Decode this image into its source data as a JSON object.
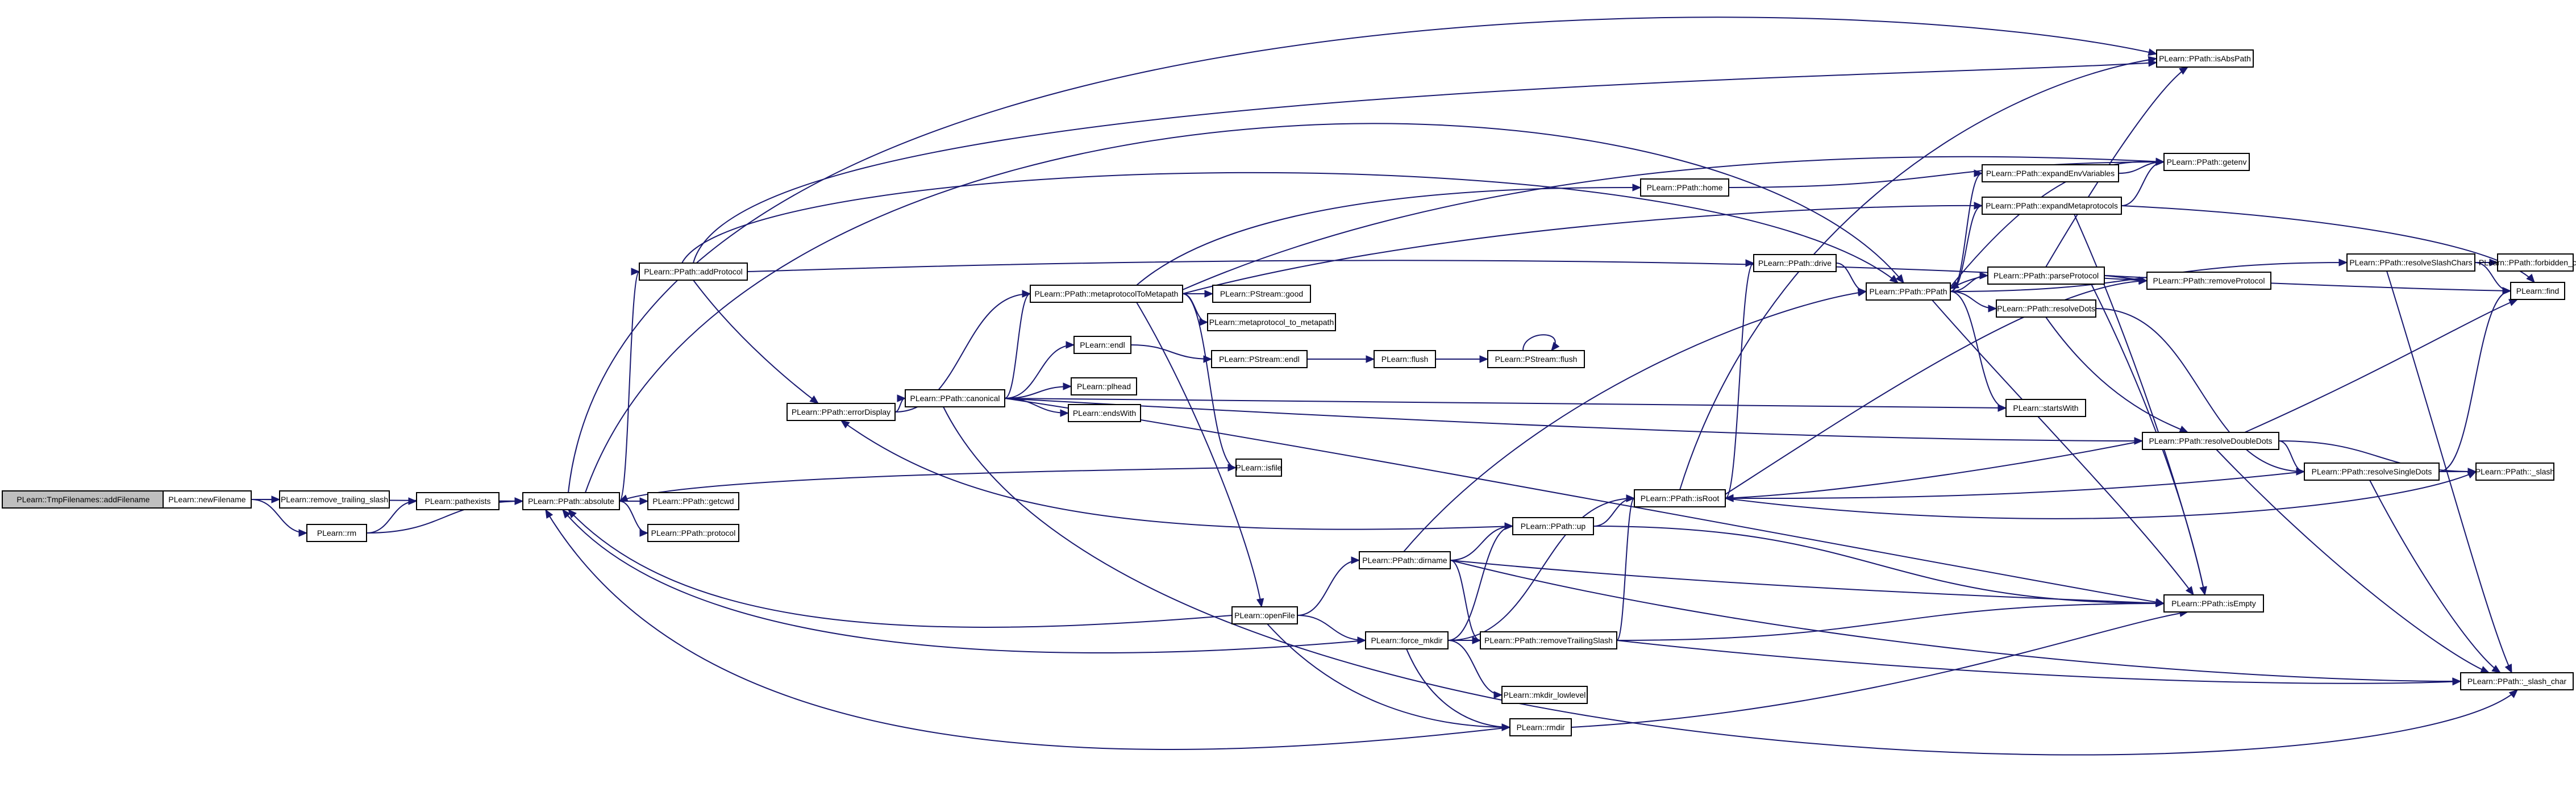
{
  "colors": {
    "edge": "#191970",
    "root_fill": "#bfbfbf",
    "node_fill": "#ffffff",
    "node_stroke": "#000000"
  },
  "nodes": [
    {
      "id": "root",
      "label": "PLearn::TmpFilenames::addFilename"
    },
    {
      "id": "newFilename",
      "label": "PLearn::newFilename"
    },
    {
      "id": "rts",
      "label": "PLearn::remove_trailing_slash"
    },
    {
      "id": "rm",
      "label": "PLearn::rm"
    },
    {
      "id": "pathexists",
      "label": "PLearn::pathexists"
    },
    {
      "id": "absolute",
      "label": "PLearn::PPath::absolute"
    },
    {
      "id": "getcwd",
      "label": "PLearn::PPath::getcwd"
    },
    {
      "id": "protocol",
      "label": "PLearn::PPath::protocol"
    },
    {
      "id": "addProtocol",
      "label": "PLearn::PPath::addProtocol"
    },
    {
      "id": "errorDisplay",
      "label": "PLearn::PPath::errorDisplay"
    },
    {
      "id": "canonical",
      "label": "PLearn::PPath::canonical"
    },
    {
      "id": "m2m",
      "label": "PLearn::PPath::metaprotocolToMetapath"
    },
    {
      "id": "good",
      "label": "PLearn::PStream::good"
    },
    {
      "id": "mp2m",
      "label": "PLearn::metaprotocol_to_metapath"
    },
    {
      "id": "endl",
      "label": "PLearn::endl"
    },
    {
      "id": "psendl",
      "label": "PLearn::PStream::endl"
    },
    {
      "id": "flush",
      "label": "PLearn::flush"
    },
    {
      "id": "psflush",
      "label": "PLearn::PStream::flush"
    },
    {
      "id": "plhead",
      "label": "PLearn::plhead"
    },
    {
      "id": "endsWith",
      "label": "PLearn::endsWith"
    },
    {
      "id": "isfile",
      "label": "PLearn::isfile"
    },
    {
      "id": "home",
      "label": "PLearn::PPath::home"
    },
    {
      "id": "openFile",
      "label": "PLearn::openFile"
    },
    {
      "id": "dirname",
      "label": "PLearn::PPath::dirname"
    },
    {
      "id": "up",
      "label": "PLearn::PPath::up"
    },
    {
      "id": "forcemkdir",
      "label": "PLearn::force_mkdir"
    },
    {
      "id": "removeTrailingSlash",
      "label": "PLearn::PPath::removeTrailingSlash"
    },
    {
      "id": "mkdirlow",
      "label": "PLearn::mkdir_lowlevel"
    },
    {
      "id": "rmdir",
      "label": "PLearn::rmdir"
    },
    {
      "id": "isRoot",
      "label": "PLearn::PPath::isRoot"
    },
    {
      "id": "drive",
      "label": "PLearn::PPath::drive"
    },
    {
      "id": "ppath",
      "label": "PLearn::PPath::PPath"
    },
    {
      "id": "expandEnv",
      "label": "PLearn::PPath::expandEnvVariables"
    },
    {
      "id": "expandMeta",
      "label": "PLearn::PPath::expandMetaprotocols"
    },
    {
      "id": "parseProtocol",
      "label": "PLearn::PPath::parseProtocol"
    },
    {
      "id": "resolveDots",
      "label": "PLearn::PPath::resolveDots"
    },
    {
      "id": "startsWith",
      "label": "PLearn::startsWith"
    },
    {
      "id": "resolveDoubleDots",
      "label": "PLearn::PPath::resolveDoubleDots"
    },
    {
      "id": "resolveSingleDots",
      "label": "PLearn::PPath::resolveSingleDots"
    },
    {
      "id": "isAbsPath",
      "label": "PLearn::PPath::isAbsPath"
    },
    {
      "id": "getenv",
      "label": "PLearn::PPath::getenv"
    },
    {
      "id": "removeProtocol",
      "label": "PLearn::PPath::removeProtocol"
    },
    {
      "id": "isEmpty",
      "label": "PLearn::PPath::isEmpty"
    },
    {
      "id": "resolveSlashChars",
      "label": "PLearn::PPath::resolveSlashChars"
    },
    {
      "id": "forbidden",
      "label": "PLearn::PPath::forbidden_chars"
    },
    {
      "id": "find",
      "label": "PLearn::find"
    },
    {
      "id": "slash",
      "label": "PLearn::PPath::_slash"
    },
    {
      "id": "slashchar",
      "label": "PLearn::PPath::_slash_char"
    }
  ],
  "edges": [
    [
      "root",
      "newFilename"
    ],
    [
      "newFilename",
      "rts"
    ],
    [
      "newFilename",
      "rm"
    ],
    [
      "newFilename",
      "absolute"
    ],
    [
      "rm",
      "pathexists"
    ],
    [
      "rm",
      "absolute"
    ],
    [
      "pathexists",
      "absolute"
    ],
    [
      "absolute",
      "addProtocol"
    ],
    [
      "absolute",
      "getcwd"
    ],
    [
      "absolute",
      "protocol"
    ],
    [
      "absolute",
      "isAbsPath"
    ],
    [
      "absolute",
      "ppath"
    ],
    [
      "addProtocol",
      "errorDisplay"
    ],
    [
      "addProtocol",
      "isAbsPath"
    ],
    [
      "addProtocol",
      "ppath"
    ],
    [
      "addProtocol",
      "removeProtocol"
    ],
    [
      "errorDisplay",
      "canonical"
    ],
    [
      "errorDisplay",
      "m2m"
    ],
    [
      "canonical",
      "m2m"
    ],
    [
      "canonical",
      "endl"
    ],
    [
      "canonical",
      "plhead"
    ],
    [
      "canonical",
      "endsWith"
    ],
    [
      "canonical",
      "startsWith"
    ],
    [
      "canonical",
      "resolveDoubleDots"
    ],
    [
      "canonical",
      "isEmpty"
    ],
    [
      "canonical",
      "slashchar"
    ],
    [
      "m2m",
      "good"
    ],
    [
      "m2m",
      "mp2m"
    ],
    [
      "m2m",
      "home"
    ],
    [
      "m2m",
      "isfile"
    ],
    [
      "m2m",
      "openFile"
    ],
    [
      "m2m",
      "expandMeta"
    ],
    [
      "m2m",
      "getenv"
    ],
    [
      "endl",
      "psendl"
    ],
    [
      "psendl",
      "flush"
    ],
    [
      "flush",
      "psflush"
    ],
    [
      "psflush",
      "psflush"
    ],
    [
      "isfile",
      "absolute"
    ],
    [
      "home",
      "getenv"
    ],
    [
      "openFile",
      "absolute"
    ],
    [
      "openFile",
      "dirname"
    ],
    [
      "openFile",
      "forcemkdir"
    ],
    [
      "openFile",
      "rmdir"
    ],
    [
      "dirname",
      "ppath"
    ],
    [
      "dirname",
      "up"
    ],
    [
      "dirname",
      "removeTrailingSlash"
    ],
    [
      "dirname",
      "isEmpty"
    ],
    [
      "dirname",
      "slashchar"
    ],
    [
      "up",
      "errorDisplay"
    ],
    [
      "up",
      "isRoot"
    ],
    [
      "up",
      "isEmpty"
    ],
    [
      "forcemkdir",
      "absolute"
    ],
    [
      "forcemkdir",
      "up"
    ],
    [
      "forcemkdir",
      "isRoot"
    ],
    [
      "forcemkdir",
      "removeTrailingSlash"
    ],
    [
      "forcemkdir",
      "mkdirlow"
    ],
    [
      "forcemkdir",
      "rmdir"
    ],
    [
      "removeTrailingSlash",
      "isRoot"
    ],
    [
      "removeTrailingSlash",
      "isEmpty"
    ],
    [
      "removeTrailingSlash",
      "slashchar"
    ],
    [
      "rmdir",
      "absolute"
    ],
    [
      "rmdir",
      "isEmpty"
    ],
    [
      "isRoot",
      "drive"
    ],
    [
      "isRoot",
      "isAbsPath"
    ],
    [
      "isRoot",
      "removeProtocol"
    ],
    [
      "isRoot",
      "slash"
    ],
    [
      "drive",
      "ppath"
    ],
    [
      "ppath",
      "expandEnv"
    ],
    [
      "ppath",
      "expandMeta"
    ],
    [
      "ppath",
      "parseProtocol"
    ],
    [
      "ppath",
      "resolveDots"
    ],
    [
      "ppath",
      "startsWith"
    ],
    [
      "ppath",
      "resolveSlashChars"
    ],
    [
      "ppath",
      "isEmpty"
    ],
    [
      "ppath",
      "getenv"
    ],
    [
      "expandEnv",
      "getenv"
    ],
    [
      "expandMeta",
      "getenv"
    ],
    [
      "expandMeta",
      "find"
    ],
    [
      "expandMeta",
      "isEmpty"
    ],
    [
      "parseProtocol",
      "isAbsPath"
    ],
    [
      "parseProtocol",
      "removeProtocol"
    ],
    [
      "parseProtocol",
      "find"
    ],
    [
      "parseProtocol",
      "isEmpty"
    ],
    [
      "resolveDots",
      "resolveDoubleDots"
    ],
    [
      "resolveDots",
      "resolveSingleDots"
    ],
    [
      "resolveDoubleDots",
      "isRoot"
    ],
    [
      "resolveDoubleDots",
      "resolveSingleDots"
    ],
    [
      "resolveDoubleDots",
      "find"
    ],
    [
      "resolveDoubleDots",
      "slash"
    ],
    [
      "resolveDoubleDots",
      "slashchar"
    ],
    [
      "resolveSingleDots",
      "isRoot"
    ],
    [
      "resolveSingleDots",
      "find"
    ],
    [
      "resolveSingleDots",
      "slash"
    ],
    [
      "resolveSingleDots",
      "slashchar"
    ],
    [
      "removeProtocol",
      "ppath"
    ],
    [
      "resolveSlashChars",
      "forbidden"
    ],
    [
      "resolveSlashChars",
      "find"
    ],
    [
      "resolveSlashChars",
      "slashchar"
    ]
  ]
}
